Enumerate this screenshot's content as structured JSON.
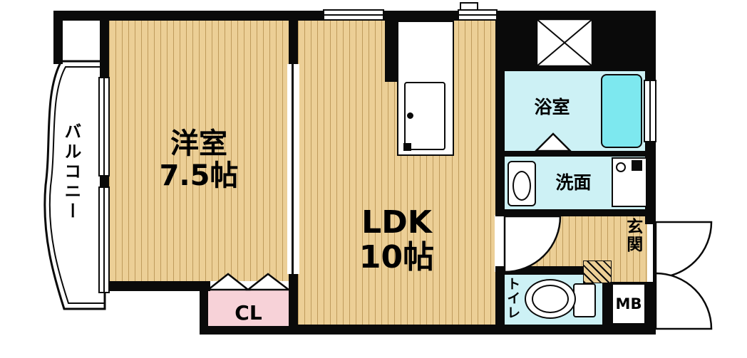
{
  "rooms": {
    "balcony": {
      "label": "バルコニー"
    },
    "western_room": {
      "name": "洋室",
      "size": "7.5帖"
    },
    "ldk": {
      "name": "LDK",
      "size": "10帖"
    },
    "closet": {
      "label": "CL"
    },
    "bathroom": {
      "label": "浴室"
    },
    "washroom": {
      "label": "洗面"
    },
    "entrance": {
      "label": "玄関"
    },
    "toilet": {
      "label": "トイレ"
    },
    "meter_box": {
      "label": "MB"
    }
  },
  "colors": {
    "wall": "#0a0a0a",
    "wood_floor": "#eccf96",
    "wet_area_floor": "#cdf1f5",
    "bathtub": "#7de8ef",
    "closet_floor": "#f7d2d8",
    "background": "#ffffff"
  }
}
